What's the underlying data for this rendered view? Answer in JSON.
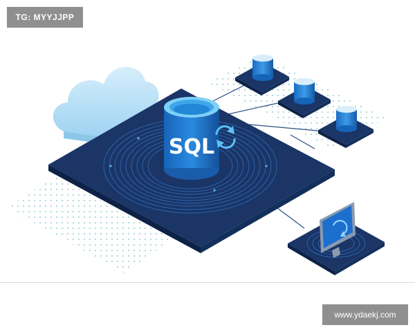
{
  "watermark_top": "TG: MYYJJPP",
  "watermark_bottom": "www.ydaekj.com",
  "illustration": {
    "center_label": "SQL",
    "icons": [
      "cloud-icon",
      "database-icon",
      "sync-icon",
      "monitor-icon"
    ]
  },
  "colors": {
    "platform": "#1a3566",
    "platform_edge": "#0d2247",
    "accent": "#1e7fd6",
    "cylinder_light": "#6fc3f2",
    "cloud": "#bfe3f7",
    "watermark_bg": "#8f8f8f"
  }
}
